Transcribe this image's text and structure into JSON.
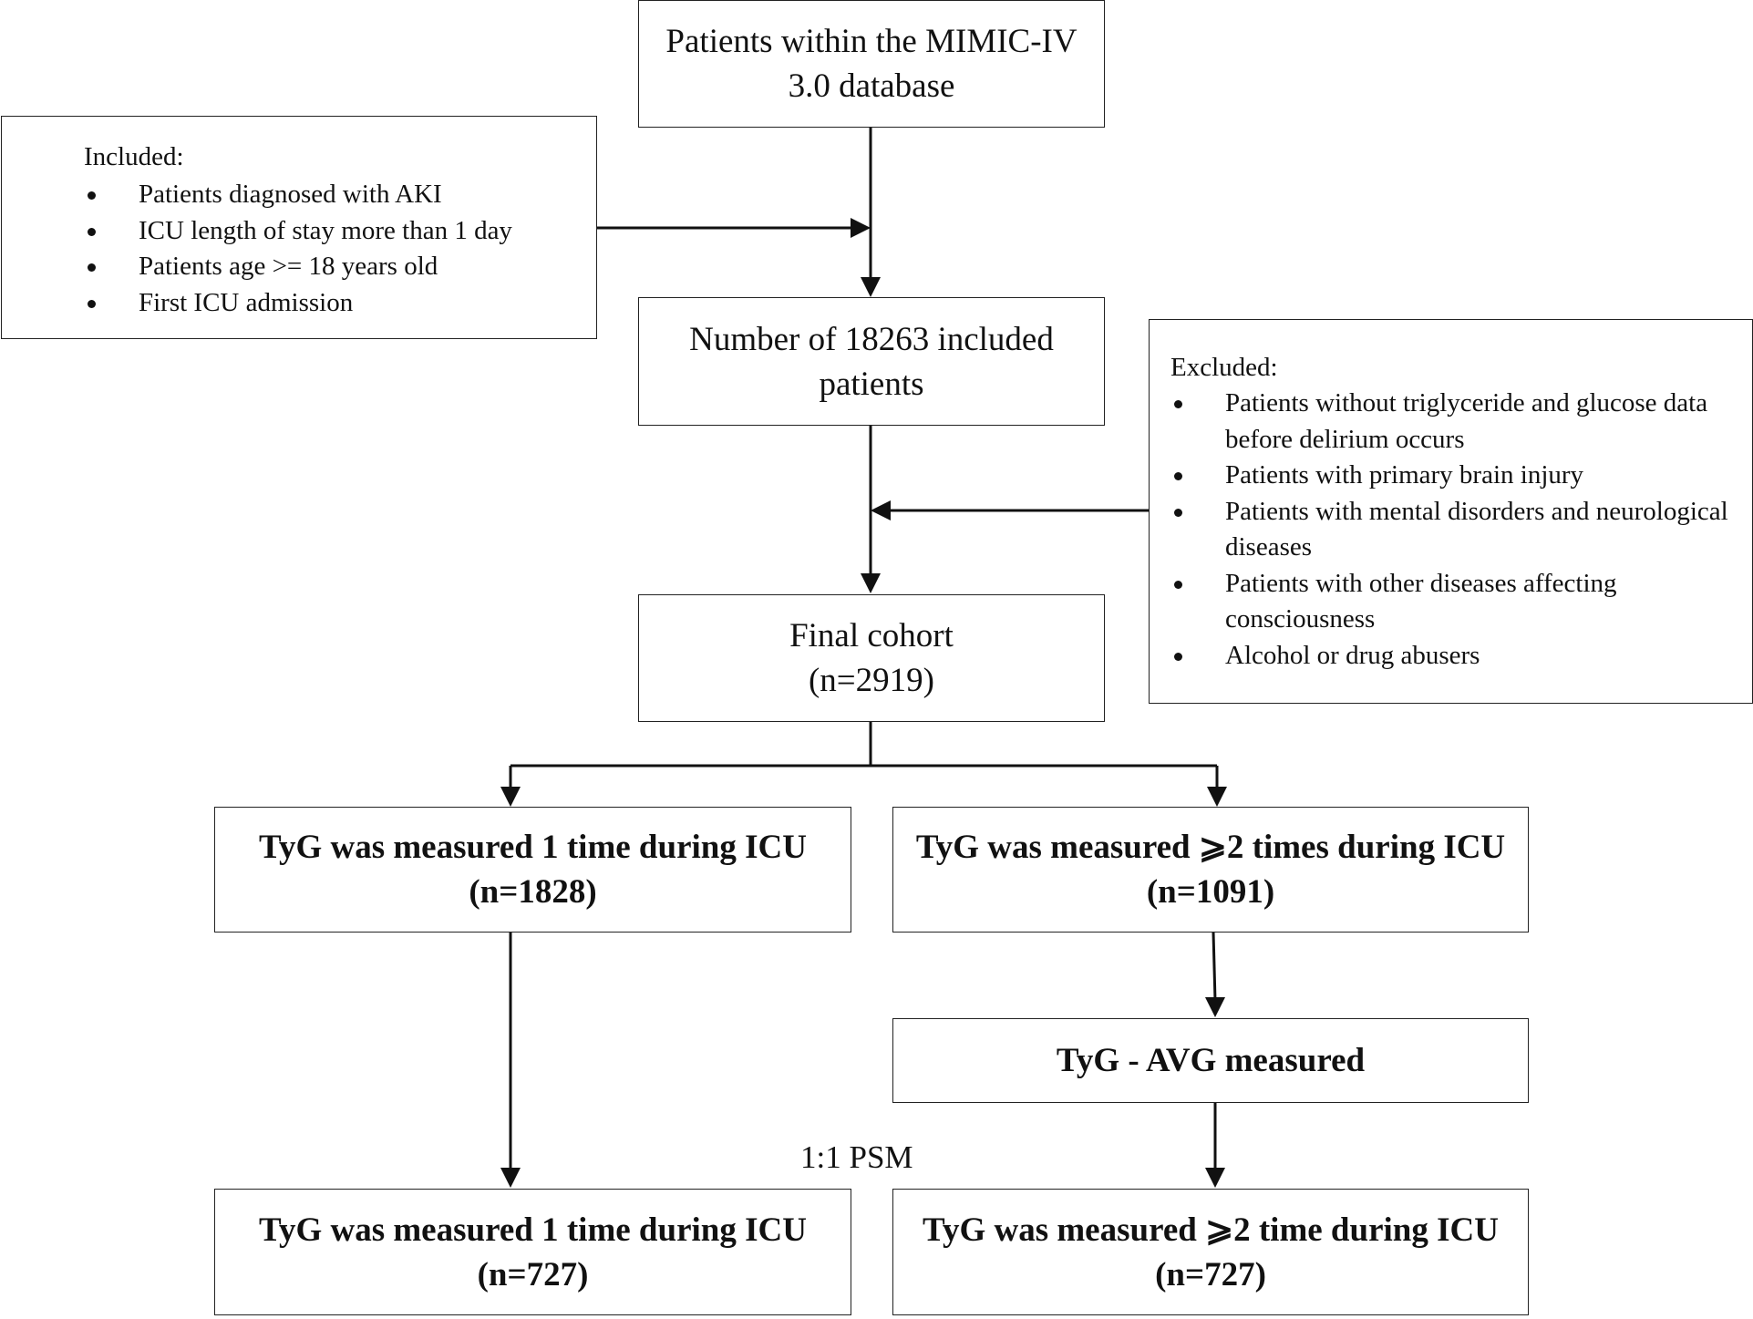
{
  "nodes": {
    "start": {
      "line1": "Patients within the MIMIC-IV",
      "line2": "3.0 database"
    },
    "included_box": {
      "title": "Included:",
      "items": [
        "Patients diagnosed with AKI",
        "ICU length of stay more than 1 day",
        "Patients  age >= 18 years old",
        "First ICU admission"
      ]
    },
    "included_count": {
      "line1": "Number of  18263 included",
      "line2": "patients"
    },
    "excluded_box": {
      "title": "Excluded:",
      "items": [
        "Patients without triglyceride and glucose data before delirium occurs",
        "Patients with primary brain injury",
        "Patients with mental disorders and neurological diseases",
        "Patients with other diseases affecting consciousness",
        "Alcohol or drug abusers"
      ]
    },
    "final_cohort": {
      "line1": "Final cohort",
      "line2": "(n=2919)"
    },
    "one_time": {
      "line1": "TyG was measured 1 time during ICU",
      "line2": "(n=1828)"
    },
    "two_times": {
      "line1": "TyG was measured ⩾2 times during ICU",
      "line2": "(n=1091)"
    },
    "avg": {
      "line1": "TyG - AVG measured"
    },
    "one_time_matched": {
      "line1": "TyG was measured 1 time during ICU",
      "line2": "(n=727)"
    },
    "two_time_matched": {
      "line1": "TyG was measured ⩾2 time during ICU",
      "line2": "(n=727)"
    }
  },
  "psm_label": "1:1   PSM",
  "colors": {
    "stroke": "#111111",
    "background": "#ffffff"
  }
}
